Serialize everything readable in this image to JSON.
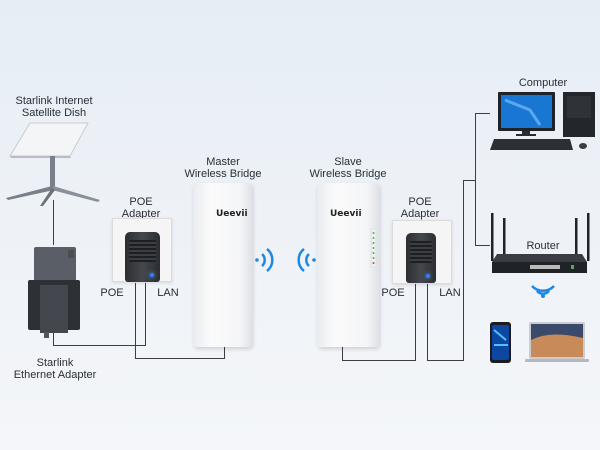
{
  "labels": {
    "dish": [
      "Starlink Internet",
      "Satellite Dish"
    ],
    "eth_adapter": [
      "Starlink",
      "Ethernet Adapter"
    ],
    "poe_left": [
      "POE",
      "Adapter"
    ],
    "poe_right": [
      "POE",
      "Adapter"
    ],
    "master": [
      "Master",
      "Wireless Bridge"
    ],
    "slave": [
      "Slave",
      "Wireless Bridge"
    ],
    "computer": "Computer",
    "router": "Router",
    "port_poe": "POE",
    "port_lan": "LAN"
  },
  "brand": "Ueevii",
  "colors": {
    "wifi": "#1e88e5",
    "wire": "#3a3f46",
    "led": "#2f7dff"
  }
}
